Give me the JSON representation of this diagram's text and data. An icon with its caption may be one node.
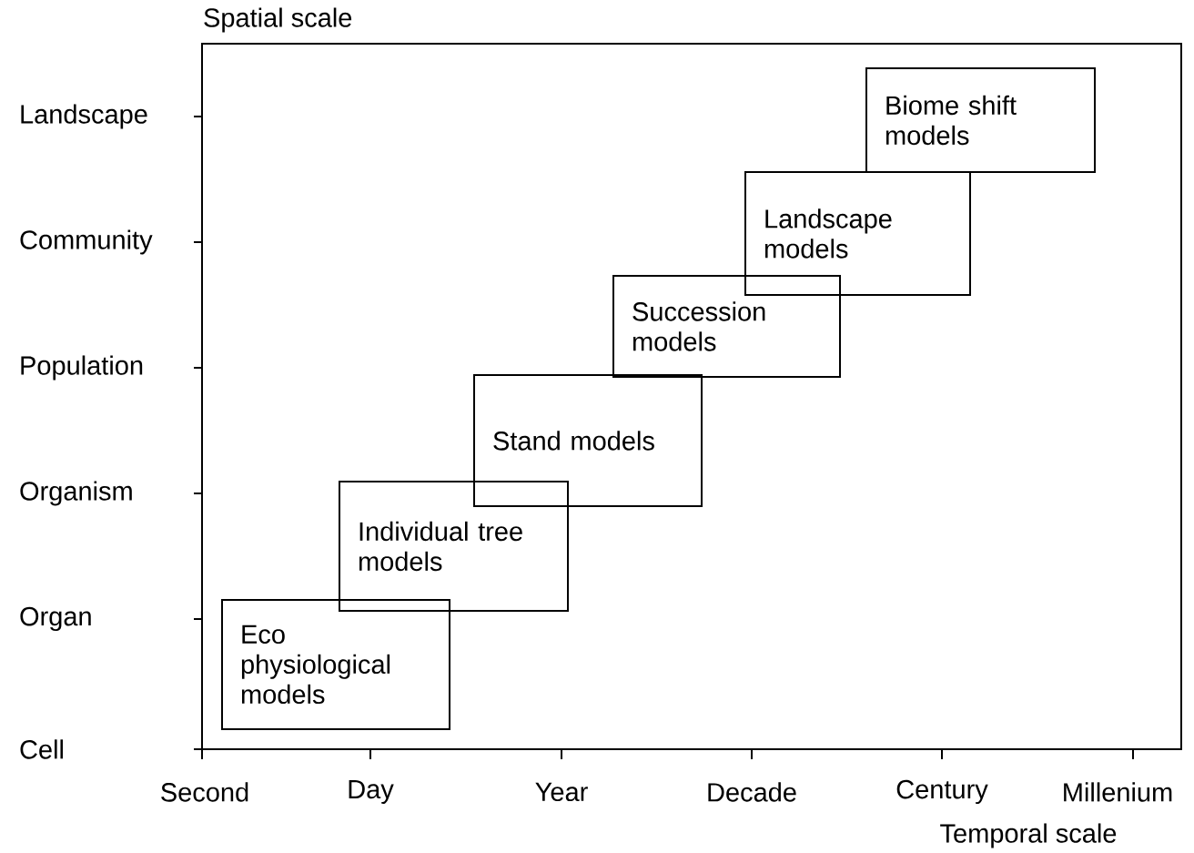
{
  "diagram": {
    "nodes": [
      {
        "text": [
          "Eco physiological models"
        ]
      },
      {
        "text": [
          "Individual tree models"
        ]
      },
      {
        "text": [
          "Stand models"
        ]
      },
      {
        "text": [
          "Succession models"
        ]
      },
      {
        "text": [
          "Landscape models"
        ]
      },
      {
        "text": [
          "Biome shift models"
        ]
      }
    ],
    "labels": [
      "Spatial scale",
      "Landscape",
      "Community",
      "Population",
      "Organism",
      "Organ",
      "Cell",
      "Second",
      "Day",
      "Year",
      "Decade",
      "Century",
      "Millenium",
      "Temporal scale"
    ]
  }
}
